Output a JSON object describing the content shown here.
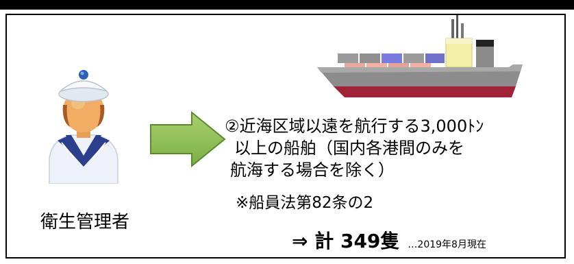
{
  "role": {
    "label": "衛生管理者"
  },
  "condition": {
    "line1": "②近海区域以遠を航行する3,000ﾄﾝ",
    "line2": "以上の船舶（国内各港間のみを",
    "line3": "航海する場合を除く）"
  },
  "note": "※船員法第82条の2",
  "total": {
    "main": "⇒ 計 349隻",
    "as_of": "…2019年8月現在"
  },
  "icons": [
    "sailor-icon",
    "right-arrow-icon",
    "container-ship-icon"
  ],
  "colors": {
    "arrow_fill": "#8fc05a",
    "arrow_stroke": "#5a8a2e",
    "hull_lower": "#a0233a",
    "hull_upper": "#8b8b8b"
  }
}
